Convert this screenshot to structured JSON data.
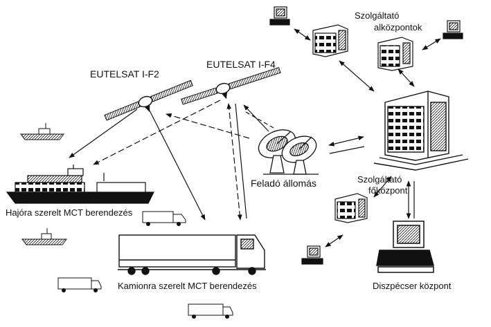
{
  "labels": {
    "sat_f2": "EUTELSAT I-F2",
    "sat_f4": "EUTELSAT I-F4",
    "ground_station": "Feladó állomás",
    "sub_centers_line1": "Szolgáltató",
    "sub_centers_line2": "alközpontok",
    "main_center_line1": "Szolgáltató",
    "main_center_line2": "főközpont",
    "ship_equipment": "Hajóra szerelt MCT berendezés",
    "truck_equipment": "Kamionra szerelt MCT berendezés",
    "dispatcher_center": "Diszpécser központ"
  }
}
